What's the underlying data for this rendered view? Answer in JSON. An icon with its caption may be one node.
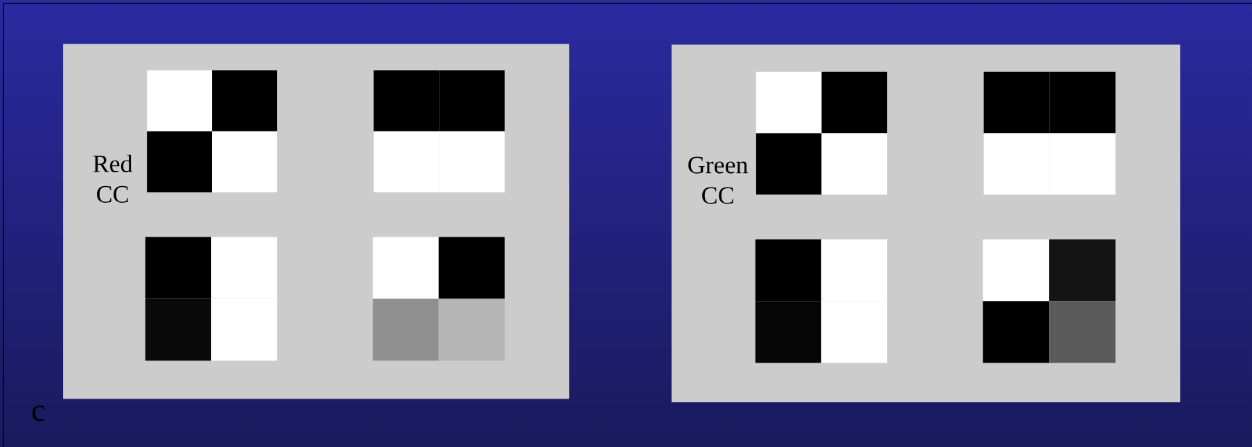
{
  "diagram": {
    "nodes": [
      {
        "text": [
          "Red CC"
        ]
      },
      {
        "text": [],
        "shape": "box",
        "in": 0
      },
      {
        "text": [],
        "shape": "box",
        "in": 0
      },
      {
        "text": [],
        "shape": "box",
        "in": 0
      },
      {
        "text": [],
        "shape": "box",
        "in": 0
      },
      {
        "text": [
          "Green CC"
        ]
      },
      {
        "text": [],
        "shape": "box",
        "in": 5
      },
      {
        "text": [],
        "shape": "box",
        "in": 5
      },
      {
        "text": [],
        "shape": "box",
        "in": 5
      },
      {
        "text": [],
        "shape": "box",
        "in": 5
      }
    ],
    "labels": [
      "c"
    ]
  }
}
